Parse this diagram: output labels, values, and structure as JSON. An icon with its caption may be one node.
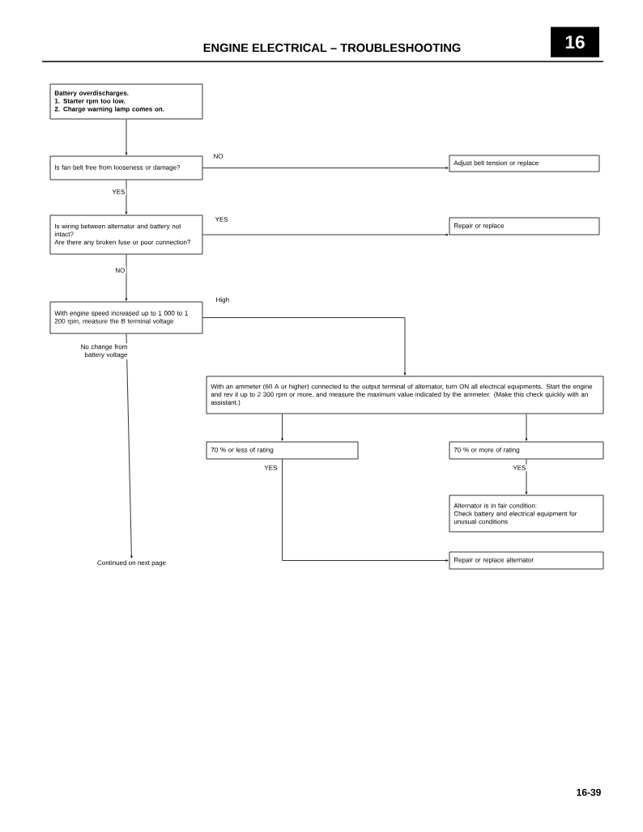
{
  "diagram": {
    "title": "ENGINE ELECTRICAL – TROUBLESHOOTING",
    "nodes": [
      {
        "text": [
          "Battery overdischarges.",
          "1. Starter rpm too low.",
          "2. Charge warning lamp comes on."
        ]
      },
      {
        "text": [
          "Is fan belt free from looseness or damage?"
        ]
      },
      {
        "text": [
          "Adjust belt tension or replace"
        ]
      },
      {
        "text": [
          "Is wiring between alternator and battery not intact?",
          "Are there any broken fuse or poor connection?"
        ]
      },
      {
        "text": [
          "Repair or replace"
        ]
      },
      {
        "text": [
          "With engine speed increased up to 1 000 to 1 200 rpm, measure the B terminal voltage"
        ]
      },
      {
        "text": [
          "With an ammeter (60 A or higher) connected to the output terminal of alternator, turn ON all electrical equipments. Start the engine and rev it up to 2 300 rpm or more, and measure the maximum value indicated by the ammeter. (Make this check quickly with an assistant.)"
        ]
      },
      {
        "text": [
          "70 % or less of rating"
        ]
      },
      {
        "text": [
          "70 % or more of rating"
        ]
      },
      {
        "text": [
          "Alternator is in fair condition:",
          "Check battery and electrical equipment for unusual conditions"
        ]
      },
      {
        "text": [
          "Repair or replace alternator"
        ]
      },
      {
        "text": [
          "Continued on next page"
        ]
      }
    ],
    "edges": [
      {
        "from": 0,
        "to": 1,
        "arrow": "to"
      },
      {
        "from": 1,
        "to": 2,
        "arrow": "to",
        "label": "NO"
      },
      {
        "from": 1,
        "to": 3,
        "arrow": "to",
        "label": "YES"
      },
      {
        "from": 3,
        "to": 4,
        "arrow": "to",
        "label": "YES"
      },
      {
        "from": 3,
        "to": 5,
        "arrow": "to",
        "label": "NO"
      },
      {
        "from": 5,
        "to": 6,
        "arrow": "to",
        "label": "High"
      },
      {
        "from": 5,
        "to": 11,
        "arrow": "to",
        "label": "No change from battery voltage"
      },
      {
        "from": 6,
        "to": 7,
        "arrow": "to"
      },
      {
        "from": 6,
        "to": 8,
        "arrow": "to"
      },
      {
        "from": 7,
        "to": 10,
        "arrow": "to",
        "label": "YES"
      },
      {
        "from": 8,
        "to": 9,
        "arrow": "to",
        "label": "YES"
      }
    ],
    "labels": [
      "16",
      "16-39"
    ]
  }
}
